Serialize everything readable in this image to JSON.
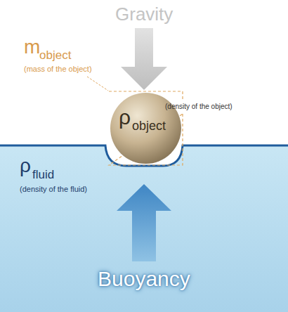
{
  "diagram": {
    "nodes": [
      {
        "text": [
          "ρ",
          "fluid",
          "(density of the fluid)"
        ]
      },
      {
        "text": [
          "ρ",
          "object",
          "(density of the object)"
        ]
      }
    ],
    "labels": [
      "Gravity",
      "m",
      "object",
      "(mass of the object)",
      "Buoyancy"
    ]
  }
}
